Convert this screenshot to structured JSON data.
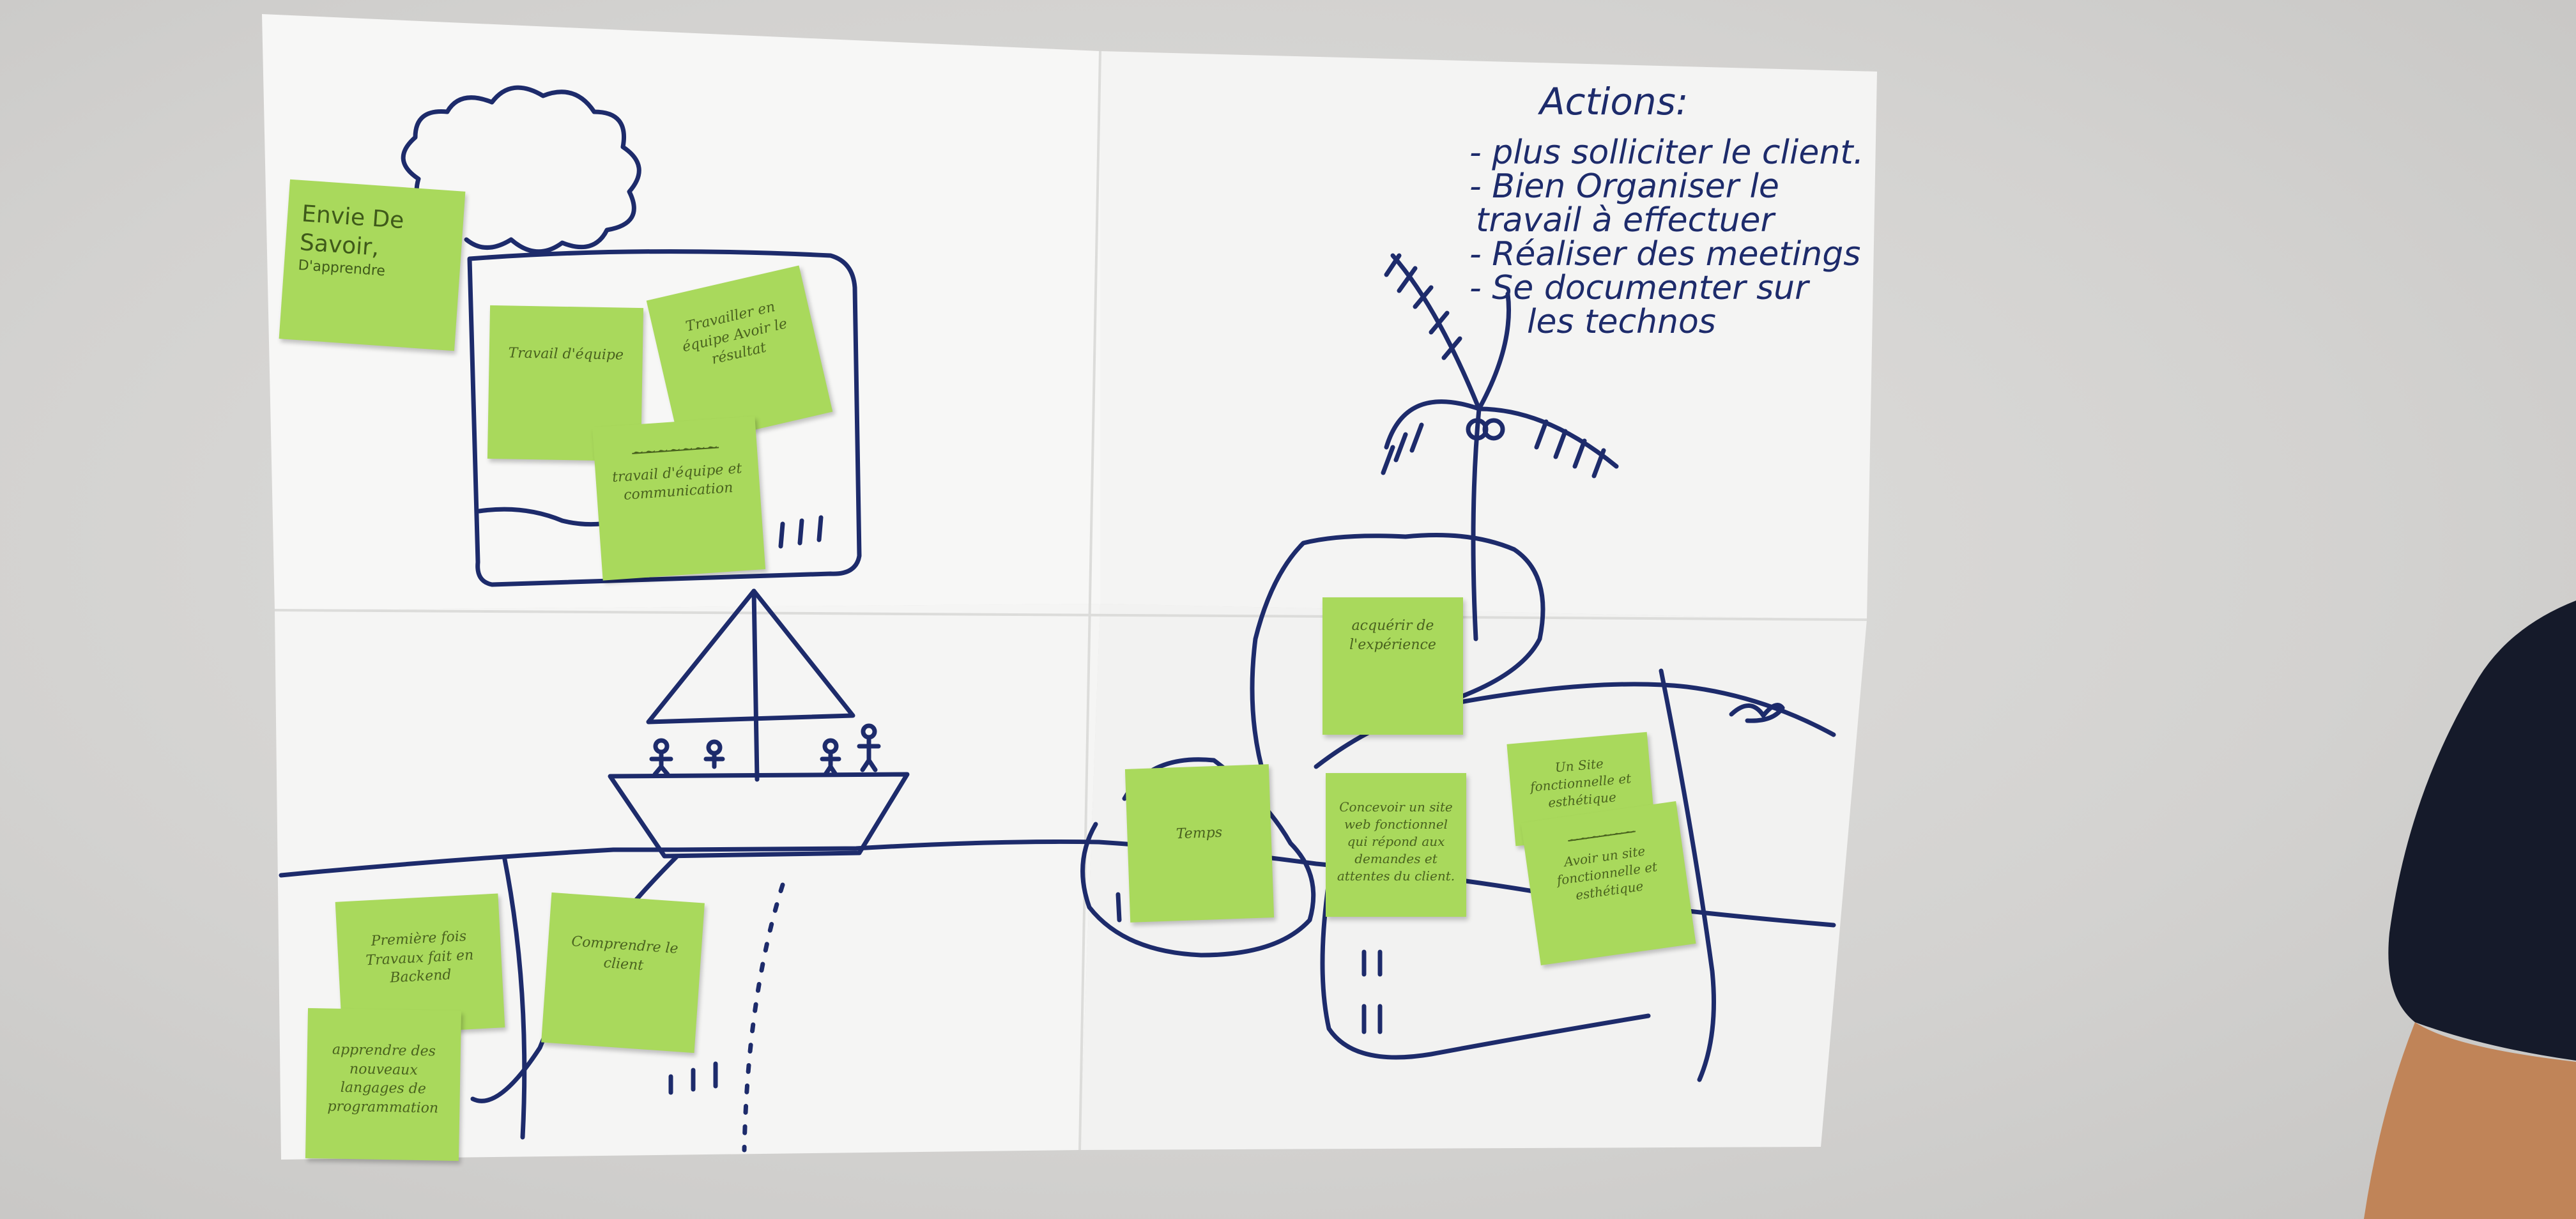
{
  "actions": {
    "title": "Actions:",
    "items": [
      "- plus solliciter le client.",
      "- Bien Organiser le",
      "travail à effectuer",
      "- Réaliser des meetings",
      "- Se documenter sur",
      "les technos"
    ]
  },
  "sticky_notes": {
    "envie_line1": "Envie De",
    "envie_line2": "Savoir,",
    "envie_line3": "D'apprendre",
    "travail_equipe": "Travail d'équipe",
    "travailler_equipe": "Travailler en équipe Avoir le résultat",
    "communication_scribble": "~~~~~~~",
    "communication": "travail d'équipe et communication",
    "acquerir": "acquérir de l'expérience",
    "temps": "Temps",
    "concevoir": "Concevoir un site web fonctionnel qui répond aux demandes et attentes du client.",
    "site_top": "Un Site fonctionnelle et esthétique",
    "site_scribble": "~~~~~~",
    "site_bottom": "Avoir un site fonctionnelle et esthétique",
    "premiere_fois": "Première fois Travaux fait en Backend",
    "comprendre": "Comprendre le client",
    "apprendre": "apprendre des nouveaux langages de programmation"
  },
  "colors": {
    "paper": "#f7f7f6",
    "marker": "#1d2b6b",
    "sticky": "#a9d95c",
    "wall": "#d6d5d3"
  }
}
